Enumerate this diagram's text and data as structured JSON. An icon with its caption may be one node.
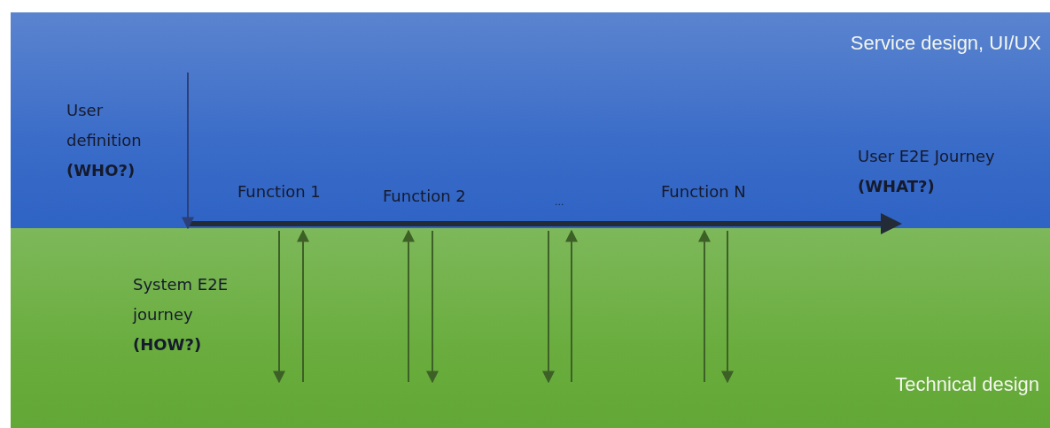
{
  "diagram": {
    "nodes": [
      {
        "text": [
          "Service design, UI/UX"
        ]
      },
      {
        "text": [
          "Technical design"
        ]
      }
    ],
    "edges": [
      {
        "from": null,
        "to": 0,
        "arrow": "to",
        "color": "#2c3f78"
      },
      {
        "from": 0,
        "to": 1,
        "arrow": "to"
      },
      {
        "from": 1,
        "to": 0,
        "arrow": "to"
      },
      {
        "from": 1,
        "to": 0,
        "arrow": "to"
      },
      {
        "from": 0,
        "to": 1,
        "arrow": "to"
      },
      {
        "from": 0,
        "to": 1,
        "arrow": "to"
      },
      {
        "from": 1,
        "to": 0,
        "arrow": "to"
      },
      {
        "from": 1,
        "to": 0,
        "arrow": "to"
      },
      {
        "from": 0,
        "to": 1,
        "arrow": "to"
      }
    ],
    "labels": [
      "User definition **(WHO?)**",
      "Function 1",
      "Function 2",
      "...",
      "Function N",
      "User E2E Journey **(WHAT?)**",
      "System E2E journey **(HOW?)**"
    ]
  }
}
